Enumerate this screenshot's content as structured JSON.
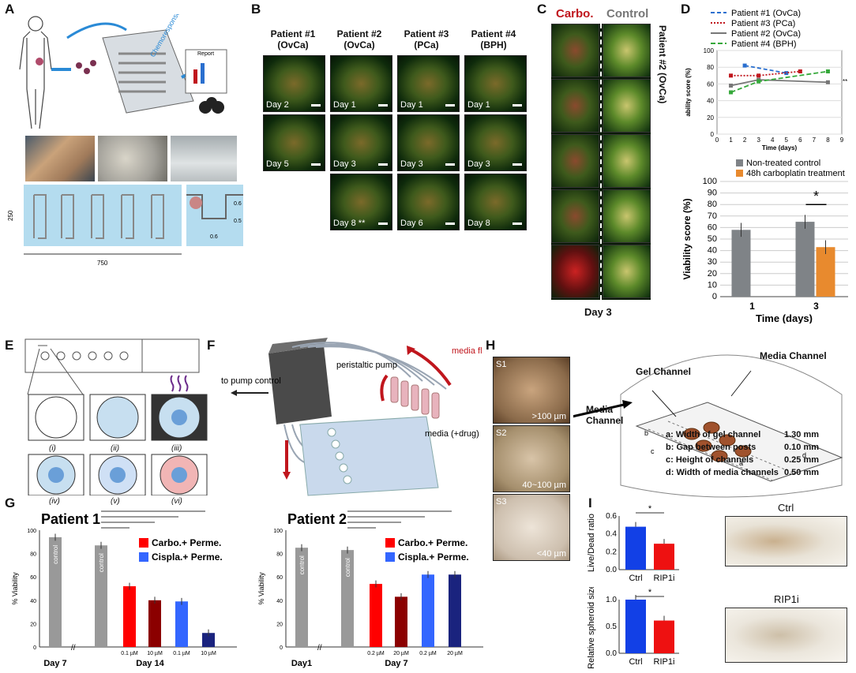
{
  "panelA": {
    "label": "A",
    "chemo": "Chemoresponse analysis",
    "report": "Report",
    "dim_h": "250",
    "dim_w": "750",
    "d1": "0.6",
    "d2": "0.5",
    "d3": "0.6"
  },
  "panelB": {
    "label": "B",
    "headers": [
      {
        "p": "Patient #1",
        "t": "(OvCa)"
      },
      {
        "p": "Patient #2",
        "t": "(OvCa)"
      },
      {
        "p": "Patient #3",
        "t": "(PCa)"
      },
      {
        "p": "Patient #4",
        "t": "(BPH)"
      }
    ],
    "cells": [
      "Day 2",
      "Day 1",
      "Day 1",
      "Day 1",
      "Day 5",
      "Day 3",
      "Day 3",
      "Day 3",
      "Day 8 **",
      "Day 6",
      "Day 8"
    ]
  },
  "panelC": {
    "label": "C",
    "carbo": "Carbo.",
    "control": "Control",
    "side": "Patient #2 (OvCa)",
    "day": "Day 3"
  },
  "panelD": {
    "label": "D"
  },
  "panelE": {
    "label": "E",
    "subs": [
      "(i)",
      "(ii)",
      "(iii)",
      "(iv)",
      "(v)",
      "(vi)"
    ]
  },
  "panelF": {
    "label": "F",
    "pump": "peristaltic pump",
    "topump": "to pump control",
    "flow": "media flow",
    "media": "media (+drug)"
  },
  "panelG": {
    "label": "G"
  },
  "panelH": {
    "label": "H",
    "s": [
      {
        "id": "S1",
        "r": ">100 µm"
      },
      {
        "id": "S2",
        "r": "40~100 µm"
      },
      {
        "id": "S3",
        "r": "<40 µm"
      }
    ],
    "gel": "Gel Channel",
    "media_top": "Media Channel",
    "media_left": "Media Channel",
    "legend": [
      {
        "k": "a: Width of gel channel",
        "v": "1.30 mm"
      },
      {
        "k": "b: Gap between posts",
        "v": "0.10 mm"
      },
      {
        "k": "c: Height of channels",
        "v": "0.25 mm"
      },
      {
        "k": "d: Width of media channels",
        "v": "0.50 mm"
      }
    ]
  },
  "panelI": {
    "label": "I",
    "ctrl_img": "Ctrl",
    "rip_img": "RIP1i"
  },
  "chart_data": [
    {
      "type": "line",
      "panel": "D-top",
      "ylabel": "ability score (%)",
      "xlabel": "Time (days)",
      "xlim": [
        0,
        9
      ],
      "ylim": [
        0,
        100
      ],
      "xticks": [
        0,
        1,
        2,
        3,
        4,
        5,
        6,
        7,
        8,
        9
      ],
      "yticks": [
        0,
        20,
        40,
        60,
        80,
        100
      ],
      "series": [
        {
          "name": "Patient #1 (OvCa)",
          "color": "#2a6fcf",
          "dash": "5,3",
          "x": [
            2,
            5
          ],
          "y": [
            82,
            73
          ]
        },
        {
          "name": "Patient #3 (PCa)",
          "color": "#c0161d",
          "dash": "2,2",
          "x": [
            1,
            3,
            6
          ],
          "y": [
            70,
            70,
            75
          ]
        },
        {
          "name": "Patient #2 (OvCa)",
          "color": "#777777",
          "dash": "",
          "x": [
            1,
            3,
            8
          ],
          "y": [
            58,
            65,
            62
          ]
        },
        {
          "name": "Patient #4 (BPH)",
          "color": "#35a83a",
          "dash": "6,3",
          "x": [
            1,
            3,
            8
          ],
          "y": [
            50,
            63,
            75
          ]
        }
      ],
      "annot": "**"
    },
    {
      "type": "bar",
      "panel": "D-bottom",
      "ylabel": "Viability score (%)",
      "xlabel": "Time (days)",
      "categories": [
        "1",
        "3"
      ],
      "ylim": [
        0,
        100
      ],
      "yticks": [
        0,
        10,
        20,
        30,
        40,
        50,
        60,
        70,
        80,
        90,
        100
      ],
      "series": [
        {
          "name": "Non-treated control",
          "color": "#7f8387",
          "values": [
            58,
            65
          ]
        },
        {
          "name": "48h carboplatin treatment",
          "color": "#e88a2e",
          "values": [
            null,
            43
          ]
        }
      ],
      "annot": "*"
    },
    {
      "type": "bar",
      "panel": "G-left",
      "title": "Patient 1",
      "ylabel": "% Viability",
      "yticks": [
        0,
        20,
        40,
        60,
        80,
        100
      ],
      "bars": [
        {
          "v": 94,
          "c": "#999999",
          "lab": "control",
          "x": ""
        },
        {
          "v": 87,
          "c": "#999999",
          "lab": "control",
          "x": ""
        },
        {
          "v": 52,
          "c": "#ff0000",
          "lab": "",
          "x": "0.1 µM"
        },
        {
          "v": 40,
          "c": "#8b0000",
          "lab": "",
          "x": "10 µM"
        },
        {
          "v": 39,
          "c": "#3366ff",
          "lab": "",
          "x": "0.1 µM"
        },
        {
          "v": 12,
          "c": "#1a237e",
          "lab": "",
          "x": "10 µM"
        }
      ],
      "groups": [
        "Day 7",
        "Day 14"
      ],
      "legend": [
        "Carbo.+ Perme.",
        "Cispla.+ Perme."
      ]
    },
    {
      "type": "bar",
      "panel": "G-right",
      "title": "Patient 2",
      "ylabel": "% Viability",
      "yticks": [
        0,
        20,
        40,
        60,
        80,
        100
      ],
      "bars": [
        {
          "v": 85,
          "c": "#999999",
          "lab": "control",
          "x": ""
        },
        {
          "v": 83,
          "c": "#999999",
          "lab": "control",
          "x": ""
        },
        {
          "v": 54,
          "c": "#ff0000",
          "lab": "",
          "x": "0.2 µM"
        },
        {
          "v": 43,
          "c": "#8b0000",
          "lab": "",
          "x": "20 µM"
        },
        {
          "v": 62,
          "c": "#3366ff",
          "lab": "",
          "x": "0.2 µM"
        },
        {
          "v": 62,
          "c": "#1a237e",
          "lab": "",
          "x": "20 µM"
        }
      ],
      "groups": [
        "Day1",
        "Day 7"
      ],
      "legend": [
        "Carbo.+ Perme.",
        "Cispla.+ Perme."
      ]
    },
    {
      "type": "bar",
      "panel": "I-top",
      "ylabel": "Live/Dead ratio",
      "categories": [
        "Ctrl",
        "RIP1i"
      ],
      "values": [
        0.48,
        0.29
      ],
      "ylim": [
        0,
        0.6
      ],
      "yticks": [
        "0.0",
        "0.2",
        "0.4",
        "0.6"
      ],
      "colors": [
        "#1240e6",
        "#ee1111"
      ],
      "annot": "*"
    },
    {
      "type": "bar",
      "panel": "I-bottom",
      "ylabel": "Relative spheroid size",
      "categories": [
        "Ctrl",
        "RIP1i"
      ],
      "values": [
        1.0,
        0.61
      ],
      "ylim": [
        0,
        1.0
      ],
      "yticks": [
        "0.0",
        "0.5",
        "1.0"
      ],
      "colors": [
        "#1240e6",
        "#ee1111"
      ],
      "annot": "*"
    }
  ]
}
